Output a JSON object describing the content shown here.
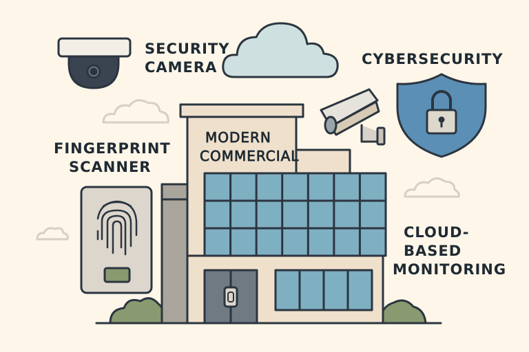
{
  "labels": {
    "security_camera": [
      "SECURITY",
      "CAMERA"
    ],
    "cybersecurity": "CYBERSECURITY",
    "fingerprint_scanner": [
      "FINGERPRINT",
      "SCANNER"
    ],
    "cloud_monitoring": [
      "CLOUD-",
      "BASED",
      "MONITORING"
    ],
    "building": [
      "MODERN",
      "COMMERCIAL"
    ]
  },
  "colors": {
    "background": "#fdf6e9",
    "outline": "#2b3540",
    "glass": "#7fb0c2",
    "facade": "#efe0cc",
    "shield": "#5b8fb5",
    "cloud": "#cfe0e0",
    "bush": "#8a9a70"
  }
}
